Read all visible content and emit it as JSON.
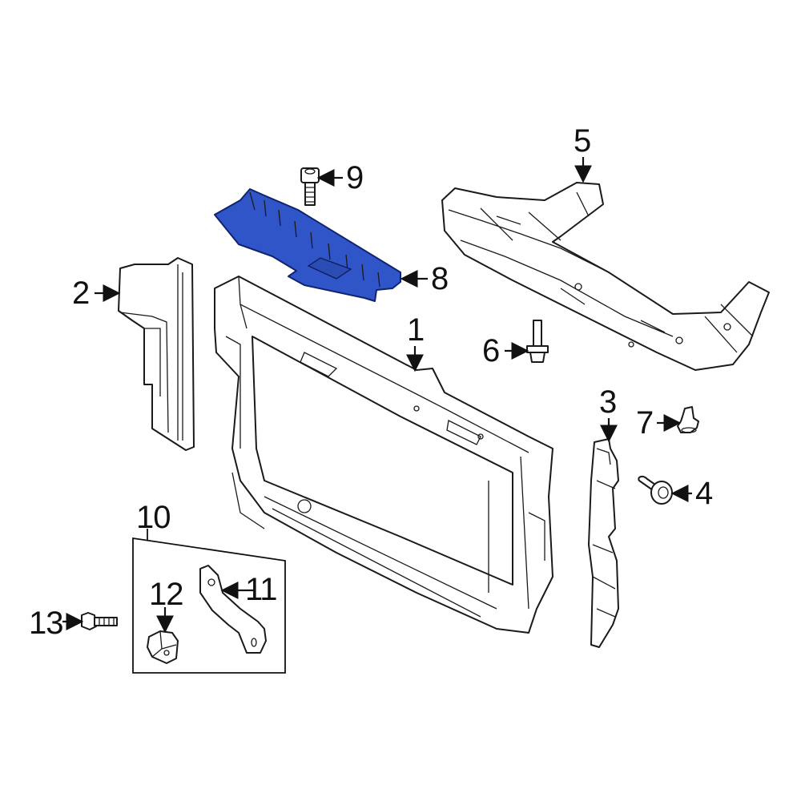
{
  "diagram": {
    "type": "exploded-parts-diagram",
    "subject": "Radiator support assembly",
    "highlight_color": "#2f55c8",
    "line_color": "#1a1a1a",
    "background": "#ffffff",
    "highlighted_part": "8"
  },
  "callouts": [
    {
      "number": "1",
      "part": "radiator-support"
    },
    {
      "number": "2",
      "part": "side-air-guide-left"
    },
    {
      "number": "3",
      "part": "side-air-guide-right"
    },
    {
      "number": "4",
      "part": "push-clip"
    },
    {
      "number": "5",
      "part": "lower-splash-shield"
    },
    {
      "number": "6",
      "part": "flange-bolt"
    },
    {
      "number": "7",
      "part": "retainer-clip"
    },
    {
      "number": "8",
      "part": "upper-cover-highlighted"
    },
    {
      "number": "9",
      "part": "screw"
    },
    {
      "number": "10",
      "part": "bracket-kit"
    },
    {
      "number": "11",
      "part": "bracket"
    },
    {
      "number": "12",
      "part": "nut-clip"
    },
    {
      "number": "13",
      "part": "bolt"
    }
  ]
}
